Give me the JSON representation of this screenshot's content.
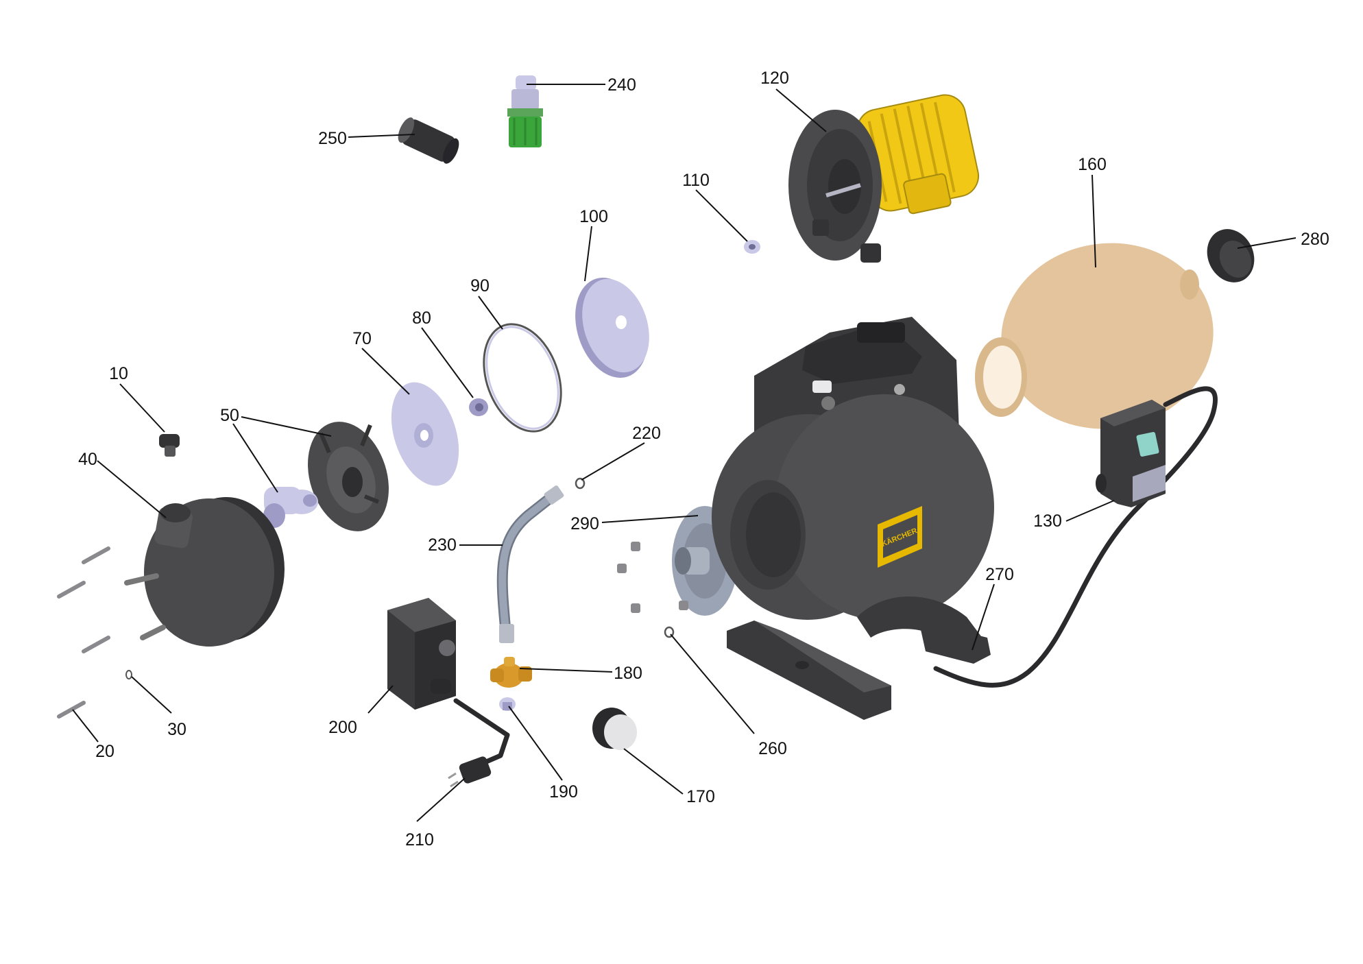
{
  "colors": {
    "body": "#4a4a4c",
    "motor": "#f2c816",
    "tank": "#e3c49c",
    "hose": "#9aa4b4",
    "plastic": "#c9c8e6",
    "fitting": "#d99a2b",
    "connector": "#3aa53a",
    "brand_badge": "#e6b800",
    "switch_window": "#8fd3c9"
  },
  "brand_text": "KÄRCHER",
  "parts": [
    {
      "id": "p10",
      "label": "10"
    },
    {
      "id": "p20",
      "label": "20"
    },
    {
      "id": "p30",
      "label": "30"
    },
    {
      "id": "p40",
      "label": "40"
    },
    {
      "id": "p50",
      "label": "50"
    },
    {
      "id": "p70",
      "label": "70"
    },
    {
      "id": "p80",
      "label": "80"
    },
    {
      "id": "p90",
      "label": "90"
    },
    {
      "id": "p100",
      "label": "100"
    },
    {
      "id": "p110",
      "label": "110"
    },
    {
      "id": "p120",
      "label": "120"
    },
    {
      "id": "p130",
      "label": "130"
    },
    {
      "id": "p160",
      "label": "160"
    },
    {
      "id": "p170",
      "label": "170"
    },
    {
      "id": "p180",
      "label": "180"
    },
    {
      "id": "p190",
      "label": "190"
    },
    {
      "id": "p200",
      "label": "200"
    },
    {
      "id": "p210",
      "label": "210"
    },
    {
      "id": "p220",
      "label": "220"
    },
    {
      "id": "p230",
      "label": "230"
    },
    {
      "id": "p240",
      "label": "240"
    },
    {
      "id": "p250",
      "label": "250"
    },
    {
      "id": "p260",
      "label": "260"
    },
    {
      "id": "p270",
      "label": "270"
    },
    {
      "id": "p280",
      "label": "280"
    },
    {
      "id": "p290",
      "label": "290"
    }
  ]
}
